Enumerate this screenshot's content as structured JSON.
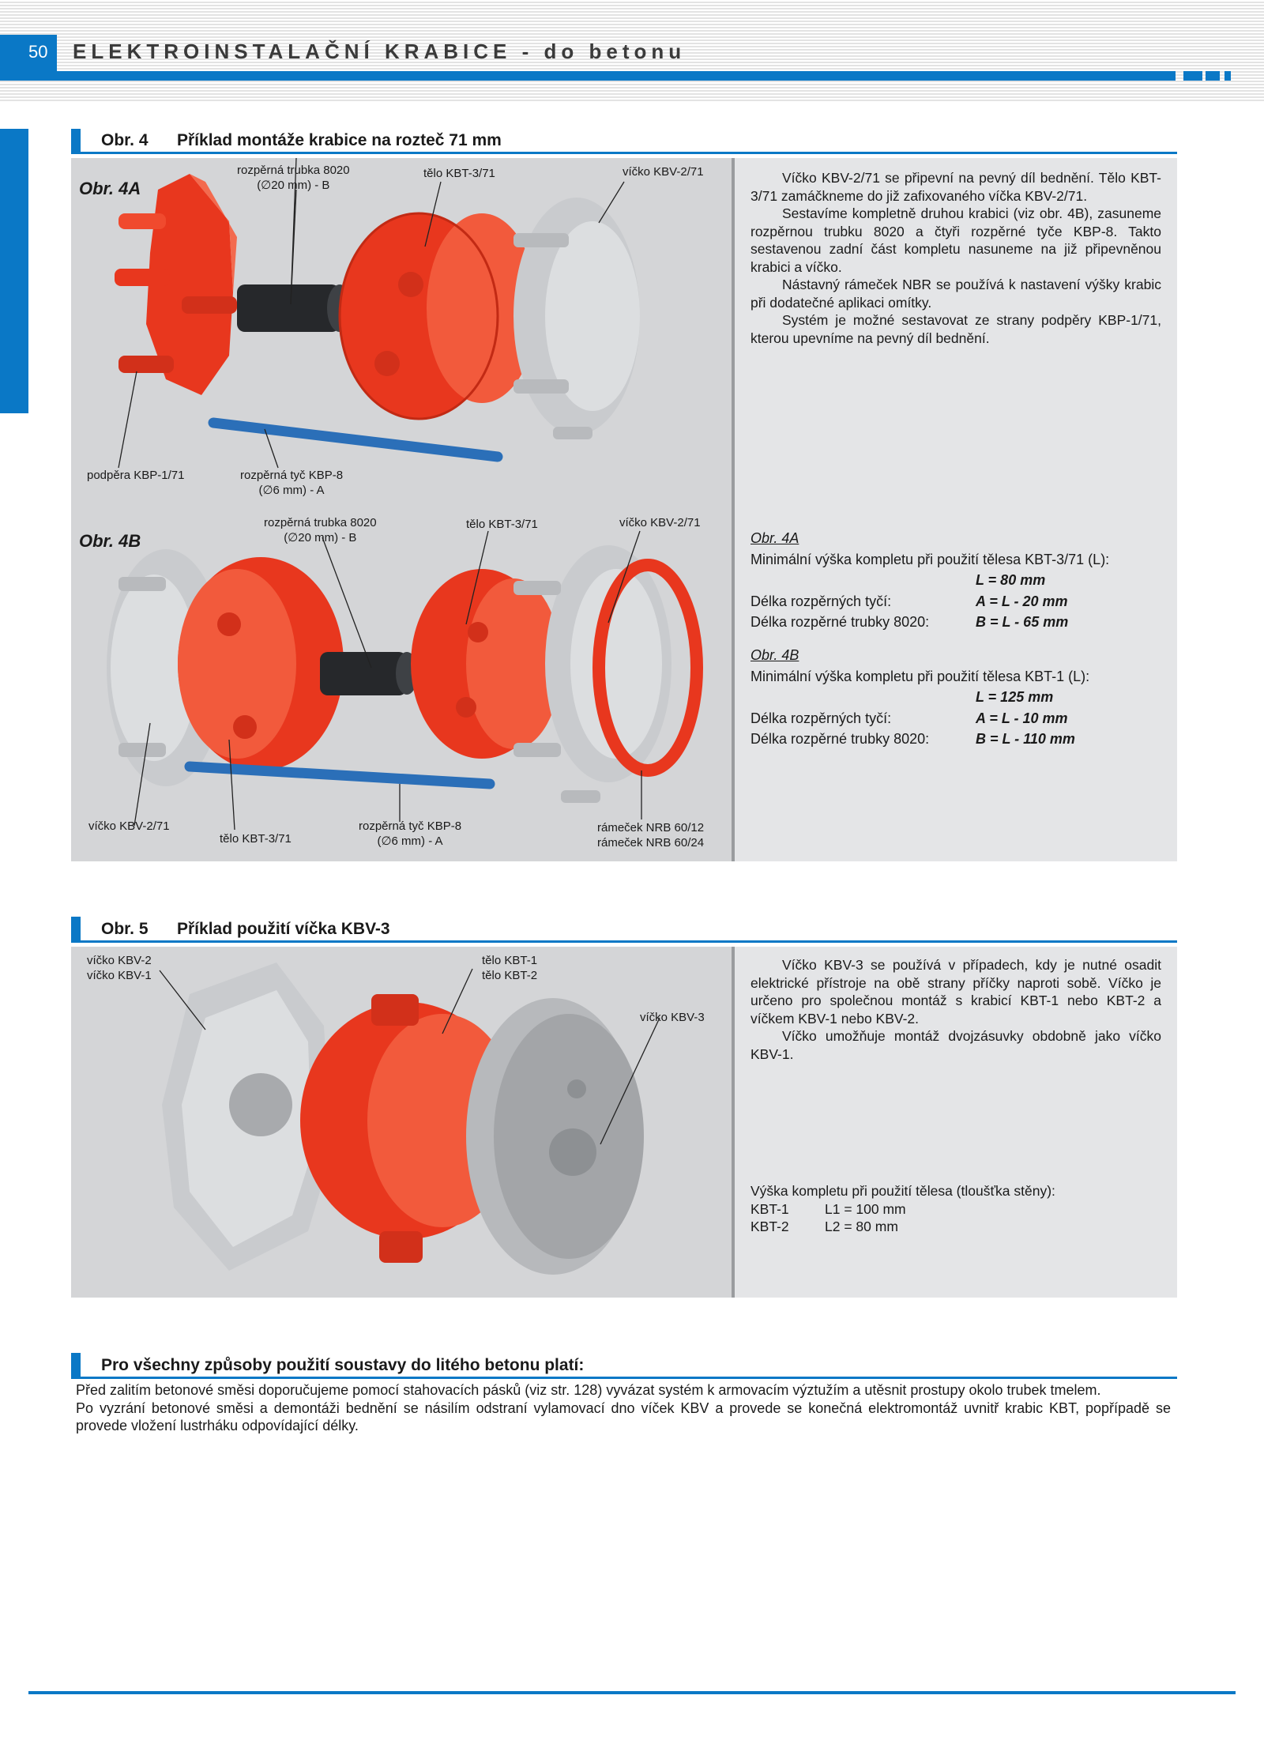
{
  "header": {
    "page_number": "50",
    "title": "ELEKTROINSTALAČNÍ KRABICE - do betonu"
  },
  "fig4": {
    "num": "Obr. 4",
    "title": "Příklad montáže krabice na rozteč 71 mm",
    "a": {
      "label": "Obr. 4A",
      "callouts": {
        "tube": [
          "rozpěrná trubka 8020",
          "(∅20 mm) - B"
        ],
        "body": "tělo KBT-3/71",
        "lid": "víčko KBV-2/71",
        "support": "podpěra KBP-1/71",
        "rod": [
          "rozpěrná tyč KBP-8",
          "(∅6 mm) - A"
        ]
      },
      "description": [
        "Víčko KBV-2/71 se připevní na pevný díl bednění. Tělo KBT-3/71 zamáčkneme do již zafixovaného víčka KBV-2/71.",
        "Sestavíme kompletně druhou krabici (viz obr. 4B), zasuneme rozpěrnou trubku 8020 a čtyři rozpěrné tyče KBP-8. Takto sestavenou zadní část kompletu nasuneme na již připevněnou krabici a víčko.",
        "Nástavný rámeček NBR se používá k nastavení výšky krabic při dodatečné aplikaci omítky.",
        "Systém je možné sestavovat ze strany podpěry KBP-1/71, kterou upevníme na pevný díl bednění."
      ]
    },
    "b": {
      "label": "Obr. 4B",
      "callouts": {
        "tube": [
          "rozpěrná trubka 8020",
          "(∅20 mm) - B"
        ],
        "body_top": "tělo KBT-3/71",
        "lid_top": "víčko KBV-2/71",
        "lid_bottom": "víčko KBV-2/71",
        "body_bottom": "tělo KBT-3/71",
        "rod": [
          "rozpěrná tyč KBP-8",
          "(∅6 mm) - A"
        ],
        "frames": [
          "rámeček NRB 60/12",
          "rámeček NRB 60/24"
        ]
      }
    },
    "specs": {
      "a": {
        "ref": "Obr. 4A",
        "min_height": "Minimální výška kompletu při použití tělesa KBT-3/71 (L):",
        "L": "L = 80 mm",
        "rods_label": "Délka rozpěrných tyčí:",
        "rods_value": "A = L - 20 mm",
        "tube_label": "Délka rozpěrné trubky 8020:",
        "tube_value": "B = L - 65 mm"
      },
      "b": {
        "ref": "Obr. 4B",
        "min_height": "Minimální výška kompletu při použití tělesa KBT-1 (L):",
        "L": "L = 125 mm",
        "rods_label": "Délka rozpěrných tyčí:",
        "rods_value": "A = L - 10 mm",
        "tube_label": "Délka rozpěrné trubky 8020:",
        "tube_value": "B = L - 110 mm"
      }
    }
  },
  "fig5": {
    "num": "Obr. 5",
    "title": "Příklad použití víčka KBV-3",
    "callouts": {
      "lids": [
        "víčko KBV-2",
        "víčko KBV-1"
      ],
      "bodies": [
        "tělo KBT-1",
        "tělo KBT-2"
      ],
      "lid3": "víčko KBV-3"
    },
    "description": [
      "Víčko KBV-3 se používá v případech, kdy je nutné osadit elektrické přístroje na obě strany příčky naproti sobě. Víčko je určeno pro společnou montáž s krabicí KBT-1 nebo KBT-2 a víčkem KBV-1 nebo KBV-2.",
      "Víčko umožňuje montáž dvojzásuvky obdobně jako víčko KBV-1."
    ],
    "heights": {
      "title": "Výška kompletu při použití tělesa (tloušťka stěny):",
      "rows": [
        {
          "type": "KBT-1",
          "value": "L1 = 100 mm"
        },
        {
          "type": "KBT-2",
          "value": "L2 = 80 mm"
        }
      ]
    }
  },
  "general": {
    "title": "Pro všechny způsoby použití soustavy do litého betonu platí:",
    "lines": [
      "Před zalitím betonové směsi doporučujeme pomocí stahovacích pásků (viz str. 128) vyvázat systém k armovacím výztužím a utěsnit prostupy okolo trubek tmelem.",
      "Po vyzrání betonové směsi a demontáži bednění se násilím odstraní vylamovací dno víček KBV a provede se konečná elektromontáž uvnitř krabic KBT, popřípadě se provede vložení lustrháku odpovídající délky."
    ]
  },
  "colors": {
    "accent": "#0a78c6",
    "box_red": "#e8371e",
    "lid_grey": "#c9cbce",
    "rod_blue": "#2b6fb8",
    "tube_black": "#26282b"
  }
}
